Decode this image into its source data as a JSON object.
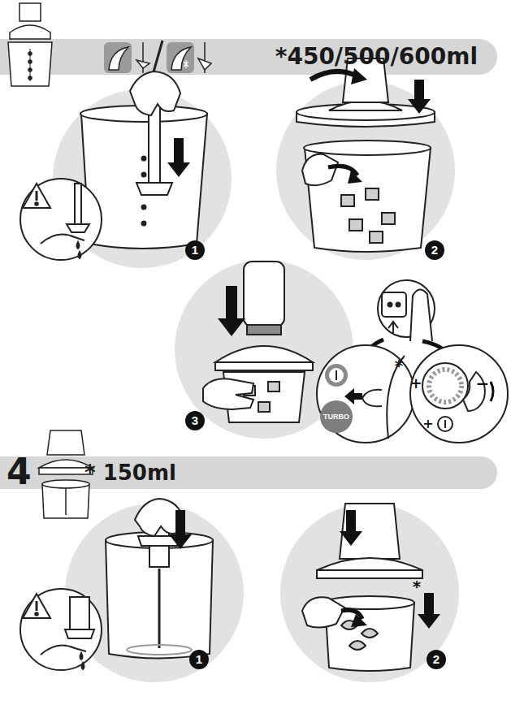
{
  "diagram": {
    "nodes": [
      {
        "text": [
          "*450/500/600ml"
        ]
      },
      {
        "text": [
          "1"
        ]
      },
      {
        "text": [
          "2"
        ]
      },
      {
        "text": [
          "3"
        ]
      },
      {
        "text": [
          "TURBO"
        ]
      },
      {
        "text": [
          "4",
          "* 150ml"
        ]
      },
      {
        "text": [
          "1"
        ]
      },
      {
        "text": [
          "2"
        ]
      }
    ],
    "labels": [
      "*",
      "+",
      "−",
      "+",
      "*"
    ]
  }
}
